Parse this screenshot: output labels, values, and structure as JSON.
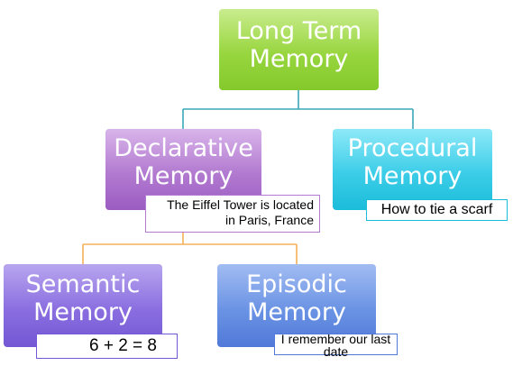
{
  "nodes": {
    "long_term": [
      "Long Term",
      "Memory"
    ],
    "declarative": [
      "Declarative",
      "Memory"
    ],
    "procedural": [
      "Procedural",
      "Memory"
    ],
    "semantic": [
      "Semantic",
      "Memory"
    ],
    "episodic": [
      "Episodic",
      "Memory"
    ]
  },
  "examples": {
    "declarative": [
      "The Eiffel Tower is",
      "located in Paris, France"
    ],
    "procedural": "How to tie a scarf",
    "semantic": "6 + 2 = 8",
    "episodic": [
      "I remember our",
      "last date"
    ]
  },
  "colors": {
    "long_term": "#98d63f",
    "declarative": "#b27ad0",
    "procedural": "#3ccde8",
    "semantic": "#8a6ee0",
    "episodic": "#6b93e4",
    "connector_top": "#3aa7b8",
    "connector_bottom": "#f3b05a"
  }
}
